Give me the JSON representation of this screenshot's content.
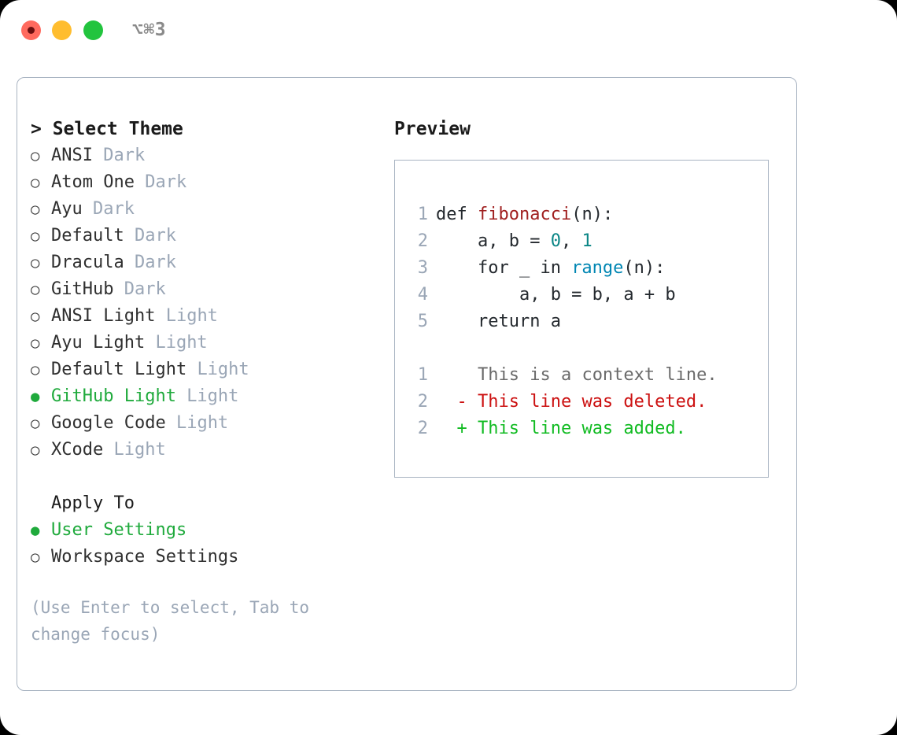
{
  "titlebar": {
    "shortcut": "⌥⌘3",
    "buttons": [
      {
        "name": "close",
        "color": "#ff6a5e"
      },
      {
        "name": "minimize",
        "color": "#ffbd2e"
      },
      {
        "name": "maximize",
        "color": "#22c43e"
      }
    ]
  },
  "theme_picker": {
    "heading": "> Select Theme",
    "bullet_unselected": "○",
    "bullet_selected": "●",
    "items": [
      {
        "label": "ANSI",
        "badge": "Dark",
        "selected": false
      },
      {
        "label": "Atom One",
        "badge": "Dark",
        "selected": false
      },
      {
        "label": "Ayu",
        "badge": "Dark",
        "selected": false
      },
      {
        "label": "Default",
        "badge": "Dark",
        "selected": false
      },
      {
        "label": "Dracula",
        "badge": "Dark",
        "selected": false
      },
      {
        "label": "GitHub",
        "badge": "Dark",
        "selected": false
      },
      {
        "label": "ANSI Light",
        "badge": "Light",
        "selected": false
      },
      {
        "label": "Ayu Light",
        "badge": "Light",
        "selected": false
      },
      {
        "label": "Default Light",
        "badge": "Light",
        "selected": false
      },
      {
        "label": "GitHub Light",
        "badge": "Light",
        "selected": true
      },
      {
        "label": "Google Code",
        "badge": "Light",
        "selected": false
      },
      {
        "label": "XCode",
        "badge": "Light",
        "selected": false
      }
    ]
  },
  "apply_to": {
    "heading": "Apply To",
    "options": [
      {
        "label": "User Settings",
        "selected": true
      },
      {
        "label": "Workspace Settings",
        "selected": false
      }
    ]
  },
  "hint": "(Use Enter to select, Tab to change focus)",
  "preview": {
    "title": "Preview",
    "code_lines": [
      {
        "num": "1",
        "tokens": [
          {
            "text": "def ",
            "type": "plain"
          },
          {
            "text": "fibonacci",
            "type": "fn"
          },
          {
            "text": "(n):",
            "type": "plain"
          }
        ]
      },
      {
        "num": "2",
        "tokens": [
          {
            "text": "    a, b = ",
            "type": "plain"
          },
          {
            "text": "0",
            "type": "num"
          },
          {
            "text": ", ",
            "type": "plain"
          },
          {
            "text": "1",
            "type": "num"
          }
        ]
      },
      {
        "num": "3",
        "tokens": [
          {
            "text": "    for _ in ",
            "type": "plain"
          },
          {
            "text": "range",
            "type": "call"
          },
          {
            "text": "(n):",
            "type": "plain"
          }
        ]
      },
      {
        "num": "4",
        "tokens": [
          {
            "text": "        a, b = b, a + b",
            "type": "plain"
          }
        ]
      },
      {
        "num": "5",
        "tokens": [
          {
            "text": "    return a",
            "type": "plain"
          }
        ]
      }
    ],
    "diff_lines": [
      {
        "num": "1",
        "marker": " ",
        "text": " This is a context line.",
        "type": "ctx"
      },
      {
        "num": "2",
        "marker": "-",
        "text": " This line was deleted.",
        "type": "del"
      },
      {
        "num": "2",
        "marker": "+",
        "text": " This line was added.",
        "type": "add"
      }
    ]
  },
  "colors": {
    "accent_green": "#1faa3c",
    "badge_gray": "#9aa6b6",
    "border": "#a9b4c2",
    "fn_red": "#a02020",
    "number_teal": "#0b8686",
    "call_blue": "#0086b3",
    "diff_delete": "#cc1111",
    "diff_add": "#11bb22"
  }
}
